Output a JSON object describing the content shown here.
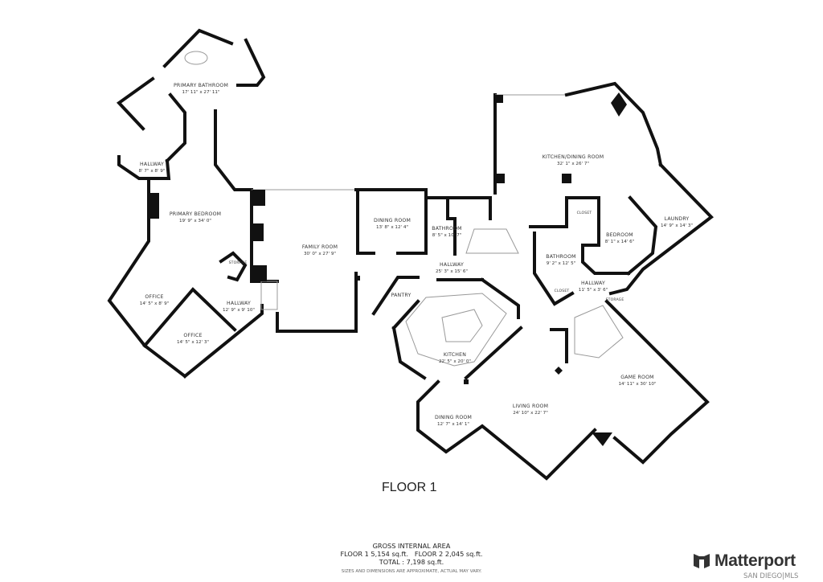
{
  "floor_label": "FLOOR 1",
  "rooms": [
    {
      "name": "PRIMARY BATHROOM",
      "dims": "17' 11\" x 27' 11\""
    },
    {
      "name": "HALLWAY",
      "dims": "8' 7\" x 8' 9\""
    },
    {
      "name": "PRIMARY BEDROOM",
      "dims": "19' 9\" x 34' 0\""
    },
    {
      "name": "STORAGE",
      "dims": ""
    },
    {
      "name": "OFFICE",
      "dims": "14' 5\" x 8' 9\""
    },
    {
      "name": "HALLWAY",
      "dims": "12' 9\" x 9' 10\""
    },
    {
      "name": "OFFICE",
      "dims": "14' 5\" x 12' 3\""
    },
    {
      "name": "FAMILY ROOM",
      "dims": "30' 0\" x 27' 9\""
    },
    {
      "name": "DINING ROOM",
      "dims": "13' 8\" x 12' 4\""
    },
    {
      "name": "BATHROOM",
      "dims": "8' 5\" x 10' 7\""
    },
    {
      "name": "HALLWAY",
      "dims": "25' 3\" x 15' 6\""
    },
    {
      "name": "PANTRY",
      "dims": ""
    },
    {
      "name": "KITCHEN/DINING ROOM",
      "dims": "32' 1\" x 26' 7\""
    },
    {
      "name": "CLOSET",
      "dims": ""
    },
    {
      "name": "BEDROOM",
      "dims": "8' 1\" x 14' 6\""
    },
    {
      "name": "LAUNDRY",
      "dims": "14' 9\" x 14' 3\""
    },
    {
      "name": "BATHROOM",
      "dims": "9' 2\" x 12' 5\""
    },
    {
      "name": "CLOSET",
      "dims": ""
    },
    {
      "name": "HALLWAY",
      "dims": "11' 5\" x 3' 6\""
    },
    {
      "name": "STORAGE",
      "dims": ""
    },
    {
      "name": "KITCHEN",
      "dims": "22' 5\" x 20' 0\""
    },
    {
      "name": "GAME ROOM",
      "dims": "14' 11\" x 30' 10\""
    },
    {
      "name": "LIVING ROOM",
      "dims": "24' 10\" x 22' 7\""
    },
    {
      "name": "DINING ROOM",
      "dims": "12' 7\" x 14' 1\""
    }
  ],
  "area": {
    "title": "GROSS INTERNAL AREA",
    "floors": "FLOOR 1 5,154 sq.ft.   FLOOR 2 2,045 sq.ft.",
    "total": "TOTAL :  7,198 sq.ft.",
    "note": "SIZES AND DIMENSIONS ARE APPROXIMATE, ACTUAL MAY VARY."
  },
  "logo": {
    "name": "Matterport",
    "sub": "SAN DIEGO|MLS"
  }
}
